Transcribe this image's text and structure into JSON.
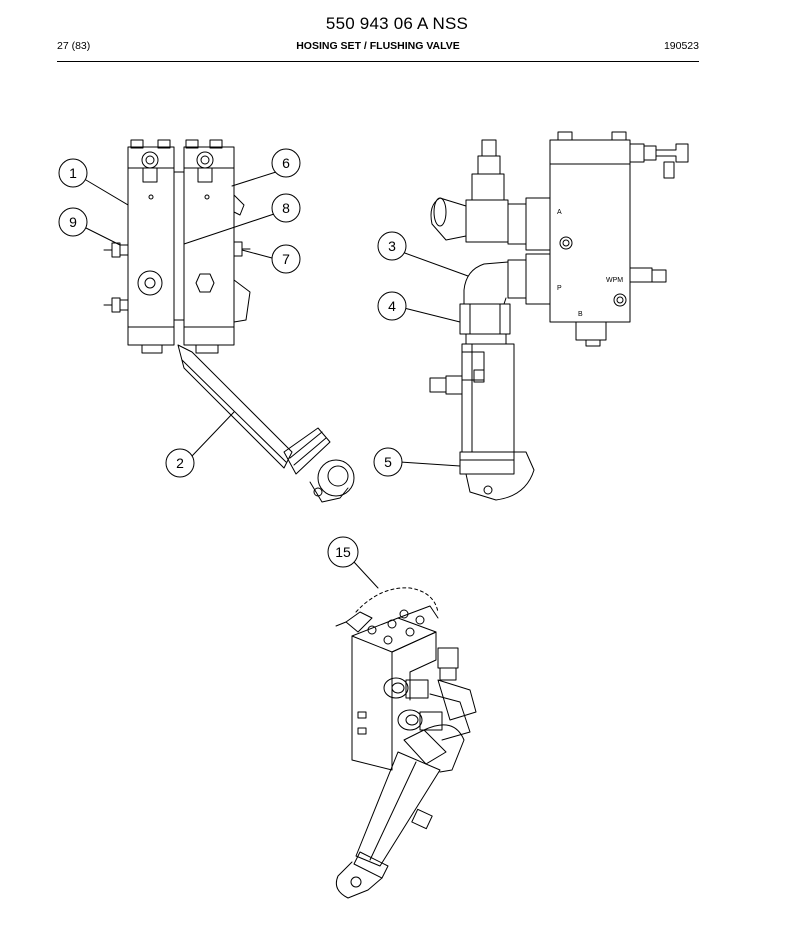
{
  "header": {
    "doc_number": "550 943 06 A NSS",
    "page": "27 (83)",
    "title_part1": "HOSING SET",
    "separator": " / ",
    "title_part2": "FLUSHING VALVE",
    "code": "190523"
  },
  "callouts": [
    "1",
    "2",
    "3",
    "4",
    "5",
    "6",
    "7",
    "8",
    "9",
    "15"
  ],
  "port_labels": {
    "a": "A",
    "p": "P",
    "b": "B",
    "wpm": "WPM"
  }
}
